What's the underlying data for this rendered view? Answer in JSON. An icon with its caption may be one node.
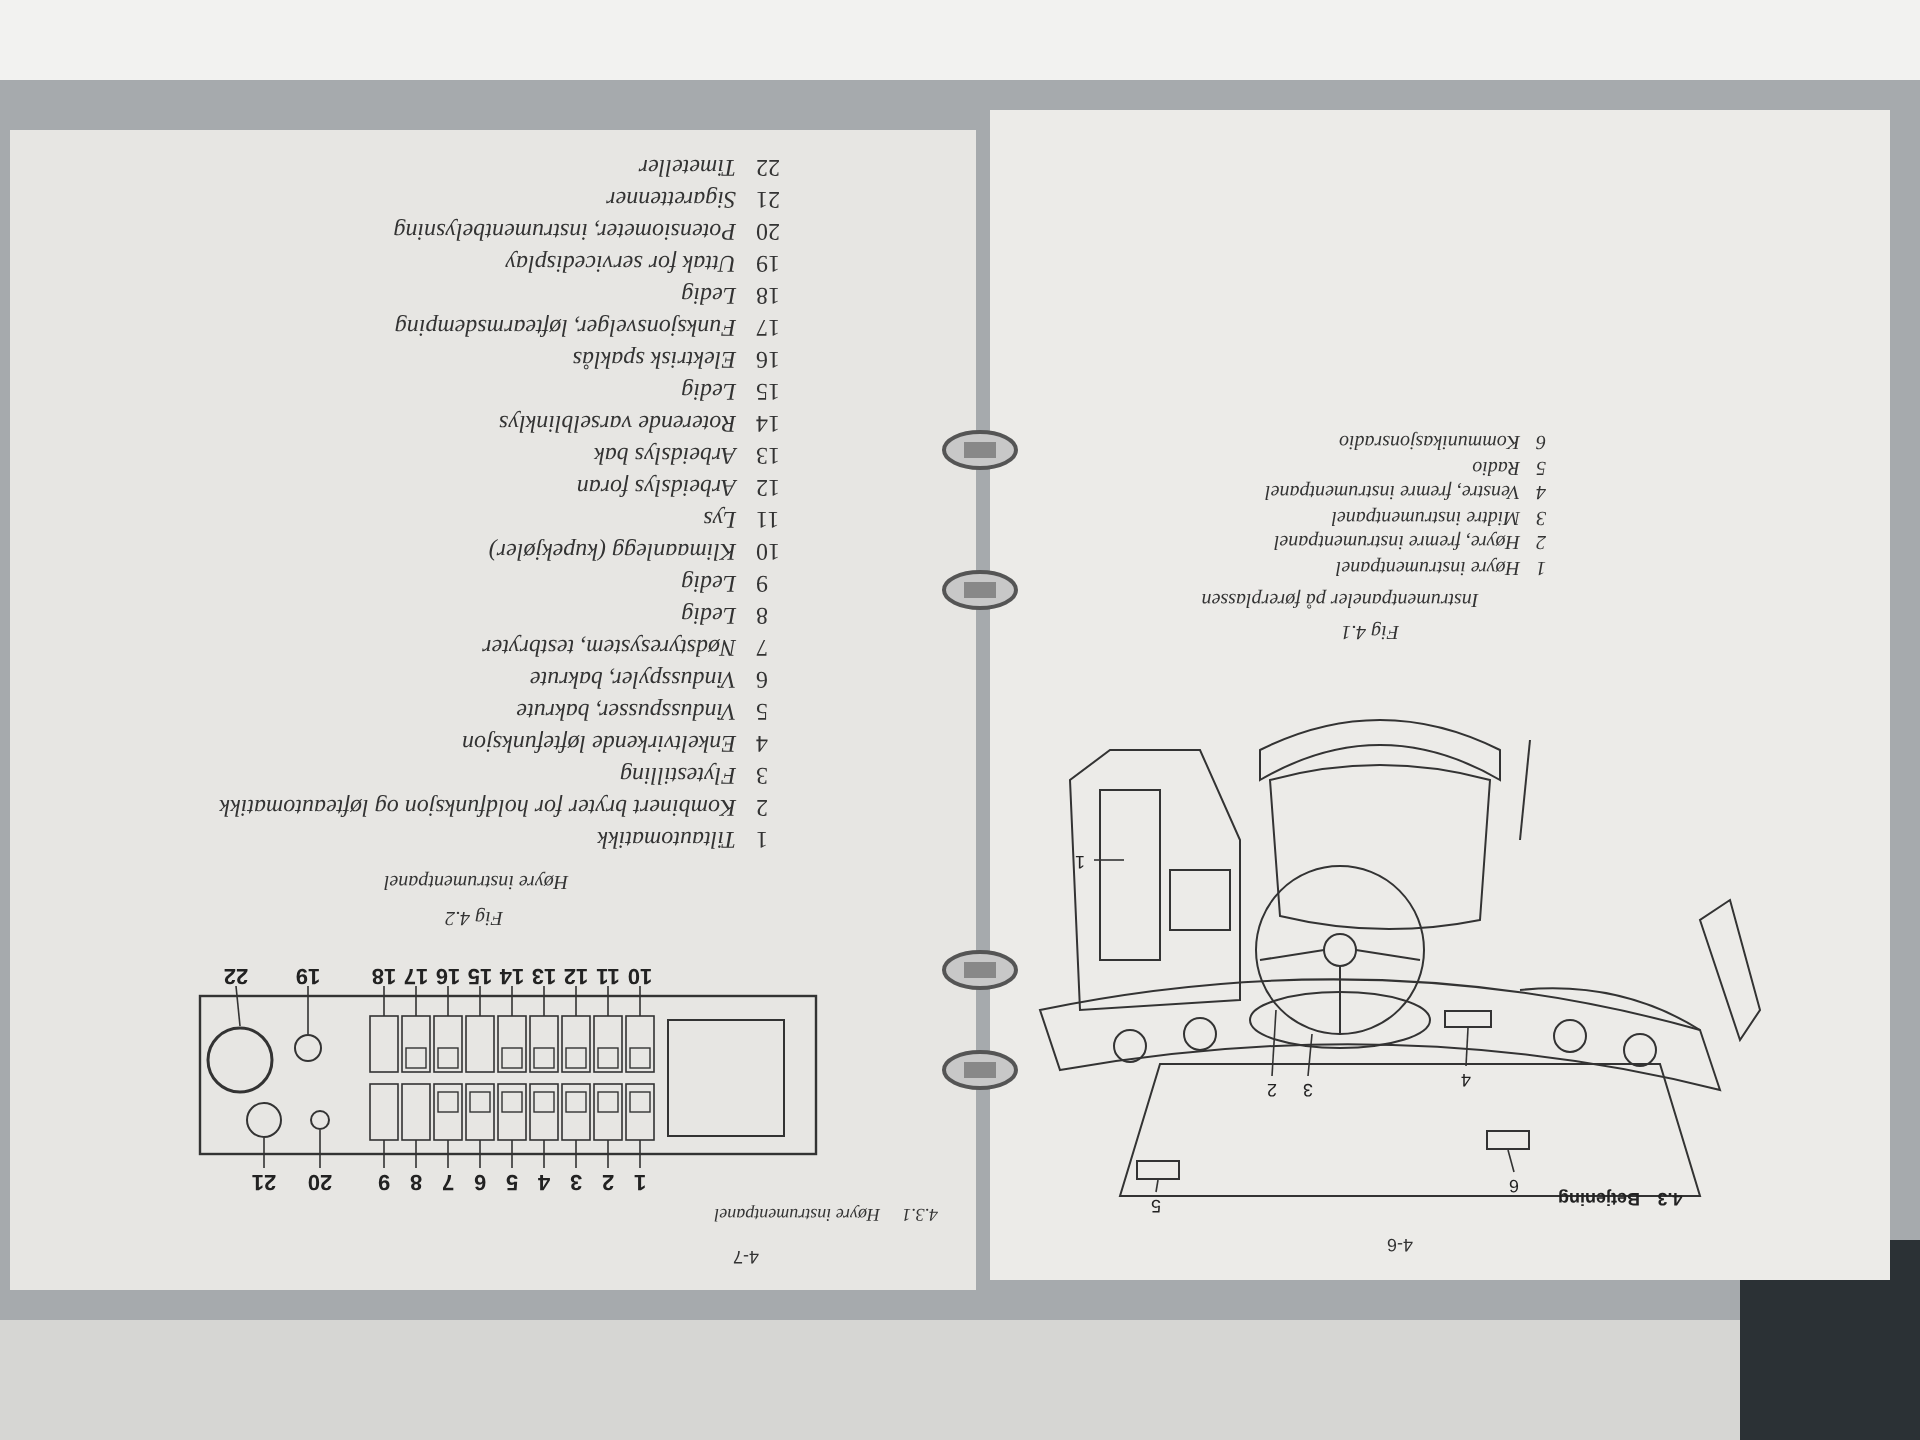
{
  "diagram": {
    "nodes": [
      {
        "text": [
          "1"
        ]
      },
      {
        "text": [
          "2"
        ]
      },
      {
        "text": [
          "3"
        ]
      },
      {
        "text": [
          "4"
        ]
      },
      {
        "text": [
          "5"
        ]
      },
      {
        "text": [
          "6"
        ]
      },
      {
        "text": [
          "1"
        ]
      },
      {
        "text": [
          "2"
        ]
      },
      {
        "text": [
          "3"
        ]
      },
      {
        "text": [
          "4"
        ]
      },
      {
        "text": [
          "5"
        ]
      },
      {
        "text": [
          "6"
        ]
      },
      {
        "text": [
          "7"
        ]
      },
      {
        "text": [
          "8"
        ]
      },
      {
        "text": [
          "9"
        ]
      },
      {
        "text": [
          "10"
        ]
      },
      {
        "text": [
          "11"
        ]
      },
      {
        "text": [
          "12"
        ]
      },
      {
        "text": [
          "13"
        ]
      },
      {
        "text": [
          "14"
        ]
      },
      {
        "text": [
          "15"
        ]
      },
      {
        "text": [
          "16"
        ]
      },
      {
        "text": [
          "17"
        ]
      },
      {
        "text": [
          "18"
        ]
      },
      {
        "text": [
          "19"
        ]
      },
      {
        "text": [
          "20"
        ]
      },
      {
        "text": [
          "21"
        ]
      },
      {
        "text": [
          "22"
        ]
      },
      {
        "text": [],
        "shape": "box"
      },
      {
        "text": [],
        "shape": "box"
      },
      {
        "text": [],
        "shape": "box"
      },
      {
        "text": [],
        "shape": "circle"
      },
      {
        "text": [],
        "shape": "circle"
      },
      {
        "text": [],
        "shape": "circle"
      }
    ],
    "edges": [
      {
        "from": 0,
        "to": null,
        "arrow": "none"
      },
      {
        "from": 1,
        "to": null,
        "arrow": "none"
      },
      {
        "from": 2,
        "to": null,
        "arrow": "none"
      },
      {
        "from": 3,
        "to": 30,
        "arrow": "none"
      },
      {
        "from": 4,
        "to": 28,
        "arrow": "none"
      },
      {
        "from": 5,
        "to": 29,
        "arrow": "none"
      },
      {
        "from": 6,
        "to": null,
        "arrow": "none"
      },
      {
        "from": 7,
        "to": null,
        "arrow": "none"
      },
      {
        "from": 8,
        "to": null,
        "arrow": "none"
      },
      {
        "from": 9,
        "to": null,
        "arrow": "none"
      },
      {
        "from": 10,
        "to": null,
        "arrow": "none"
      },
      {
        "from": 11,
        "to": null,
        "arrow": "none"
      },
      {
        "from": 12,
        "to": null,
        "arrow": "none"
      },
      {
        "from": 13,
        "to": null,
        "arrow": "none"
      },
      {
        "from": 14,
        "to": null,
        "arrow": "none"
      },
      {
        "from": 15,
        "to": null,
        "arrow": "none"
      },
      {
        "from": 16,
        "to": null,
        "arrow": "none"
      },
      {
        "from": 17,
        "to": null,
        "arrow": "none"
      },
      {
        "from": 18,
        "to": null,
        "arrow": "none"
      },
      {
        "from": 19,
        "to": null,
        "arrow": "none"
      },
      {
        "from": 20,
        "to": null,
        "arrow": "none"
      },
      {
        "from": 21,
        "to": null,
        "arrow": "none"
      },
      {
        "from": 22,
        "to": null,
        "arrow": "none"
      },
      {
        "from": 23,
        "to": null,
        "arrow": "none"
      },
      {
        "from": 24,
        "to": 31,
        "arrow": "none"
      },
      {
        "from": 25,
        "to": 32,
        "arrow": "none"
      },
      {
        "from": 26,
        "to": 33,
        "arrow": "none"
      },
      {
        "from": 27,
        "to": null,
        "arrow": "none"
      }
    ],
    "labels": [
      "4-6",
      "4.3",
      "Betjening",
      "Fig 4.1",
      "Instrumentpaneler på førerplassen",
      "1",
      "Høyre instrumentpanel",
      "2",
      "Høyre, fremre instrumentpanel",
      "3",
      "Midtre instrumentpanel",
      "4",
      "Venstre, fremre instrumentpanel",
      "5",
      "Radio",
      "6",
      "Kommunikasjonsradio",
      "4-7",
      "4.3.1",
      "Høyre instrumentpanel",
      "Fig 4.2",
      "Høyre instrumentpanel",
      "1",
      "Tiltautomatikk",
      "2",
      "Kombinert bryter for holdfunksjon og løfteautomatikk",
      "3",
      "Flytestilling",
      "4",
      "Enkeltvirkende løftefunksjon",
      "5",
      "Vindusspusser, bakrute",
      "6",
      "Vindusspyler, bakrute",
      "7",
      "Nødstyresystem, testbryter",
      "8",
      "Ledig",
      "9",
      "Ledig",
      "10",
      "Klimaanlegg (kupekjøler)",
      "11",
      "Lys",
      "12",
      "Arbeidslys foran",
      "13",
      "Arbeidslys bak",
      "14",
      "Roterende varselblinklys",
      "15",
      "Ledig",
      "16",
      "Elektrisk spaklås",
      "17",
      "Funksjonsvelger, løftearmsdemping",
      "18",
      "Ledig",
      "19",
      "Uttak for servicedisplay",
      "20",
      "Potensiometer, instrumentbelysning",
      "21",
      "Sigarettenner",
      "22",
      "Timeteller"
    ]
  }
}
